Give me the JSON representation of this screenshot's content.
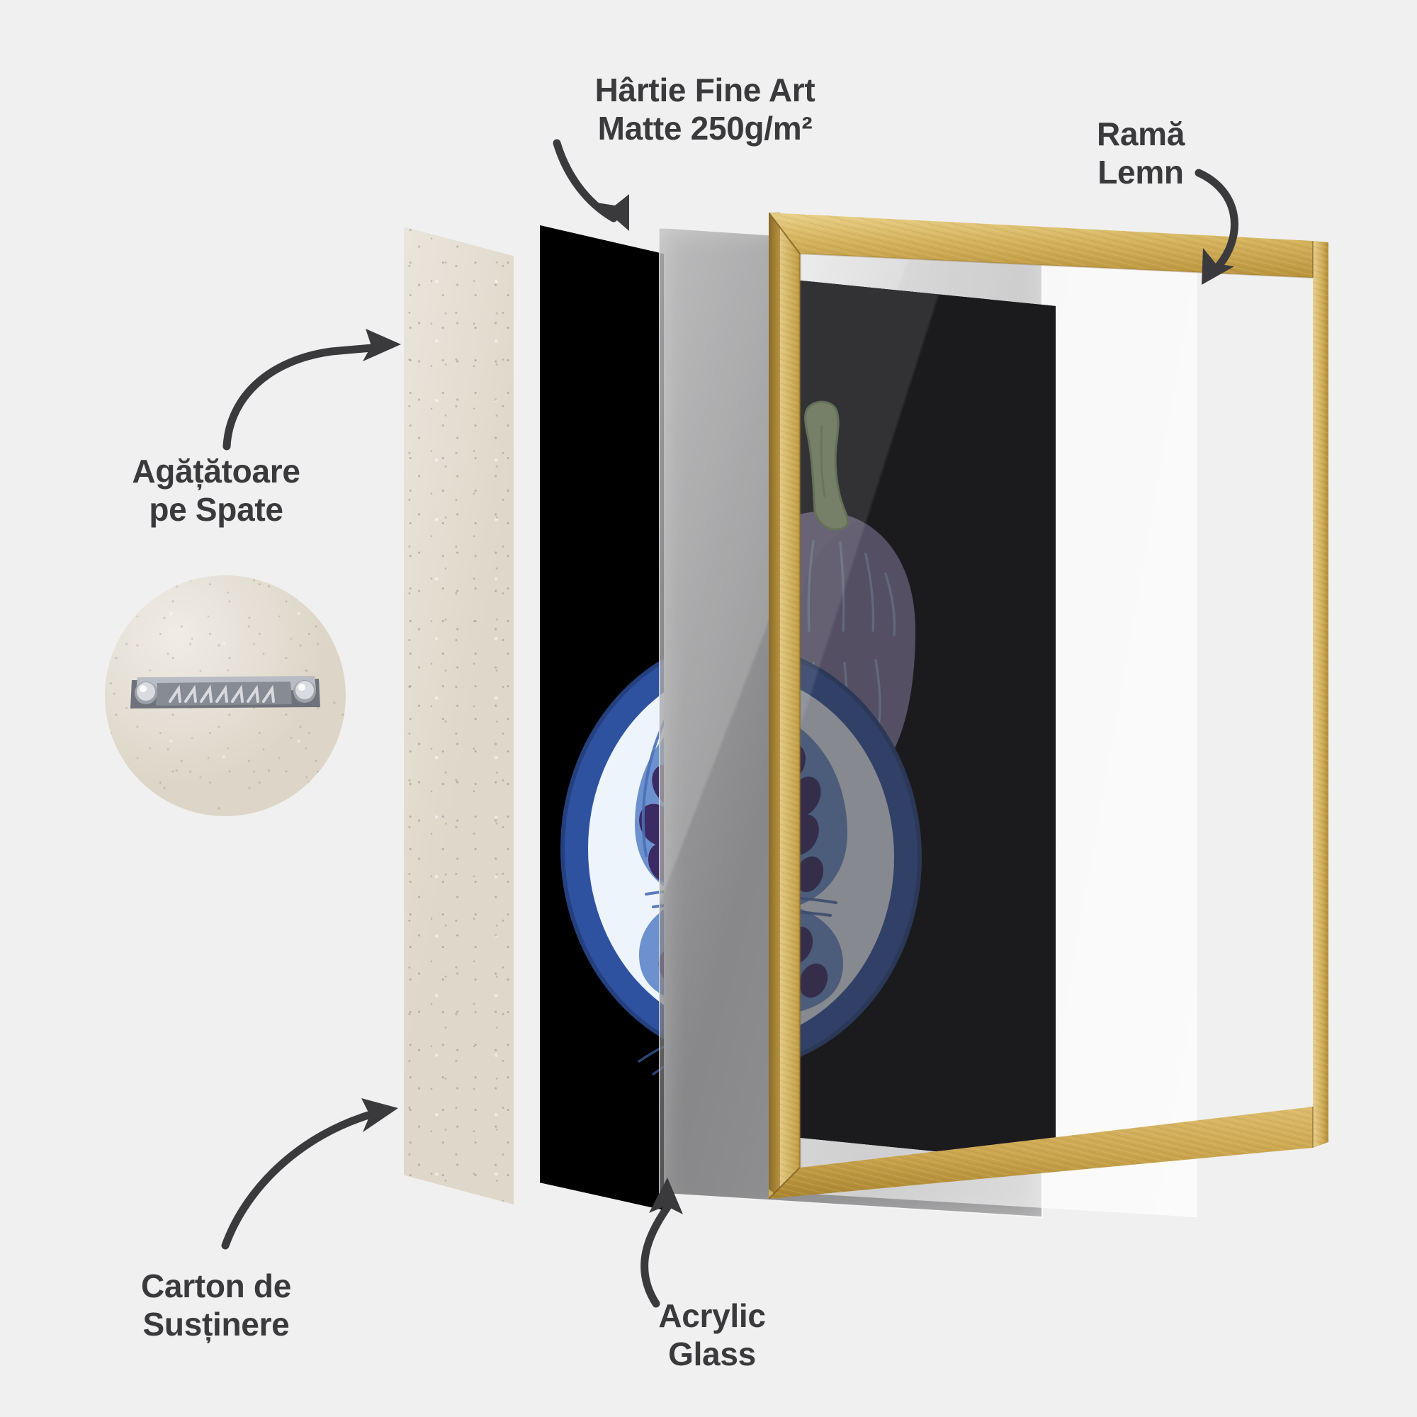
{
  "scene": {
    "title": "Exploded view of framed fine-art print",
    "background_color": "#f0f0f0",
    "text_color": "#3a3a3c"
  },
  "labels": {
    "paper": "Hârtie Fine Art\nMatte 250g/m²",
    "frame": "Ramă\nLemn",
    "hanger": "Agățătoare\npe Spate",
    "board": "Carton de\nSusținere",
    "acrylic": "Acrylic\nGlass"
  },
  "layers": [
    {
      "name": "backing-board",
      "label": "Carton de Susținere",
      "color": "#dfd7c9"
    },
    {
      "name": "fine-art-paper",
      "label": "Hârtie Fine Art Matte 250g/m²",
      "color": "#000000"
    },
    {
      "name": "acrylic-glass",
      "label": "Acrylic Glass",
      "color": "#ffffff"
    },
    {
      "name": "wooden-frame",
      "label": "Ramă Lemn",
      "color": "#d4af4f"
    }
  ],
  "artwork": {
    "subject": "fig",
    "background_color": "#000000",
    "colors": {
      "fig_skin": "#2f52a0",
      "fig_skin_light": "#8aa5d6",
      "flesh_white": "#eef4fb",
      "flesh_blue": "#6d91cf",
      "seed_dark": "#3b2a63",
      "seed_muted": "#8d7a9c",
      "stem_green": "#a8bf7f",
      "outline": "#2b4b93"
    }
  },
  "hanger_detail": {
    "name": "sawtooth-hanger",
    "substrate_color": "#ddd6c8",
    "metal_color": "#8e9199"
  },
  "frame": {
    "finish": "gold-wood",
    "colors": {
      "light": "#e6cf82",
      "mid": "#cdaa4e",
      "dark": "#a07c2e",
      "edge": "#8a6a28"
    }
  },
  "arrows": [
    {
      "name": "arrow-to-board-top",
      "points_to": "backing-board"
    },
    {
      "name": "arrow-to-paper",
      "points_to": "fine-art-paper"
    },
    {
      "name": "arrow-to-frame",
      "points_to": "wooden-frame"
    },
    {
      "name": "arrow-to-board-bottom",
      "points_to": "backing-board"
    },
    {
      "name": "arrow-to-acrylic",
      "points_to": "acrylic-glass"
    }
  ]
}
